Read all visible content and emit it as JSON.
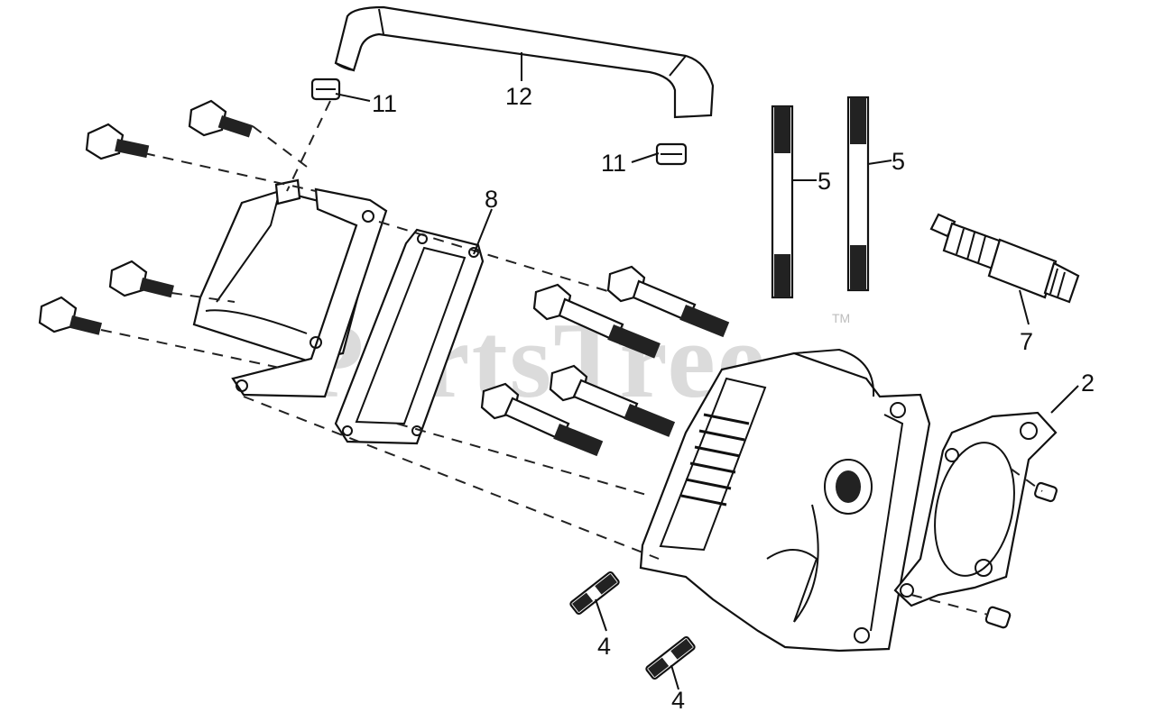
{
  "watermark": {
    "text": "PartsTree",
    "mark": "TM"
  },
  "callouts": {
    "c12": "12",
    "c11a": "11",
    "c11b": "11",
    "c8": "8",
    "c5a": "5",
    "c5b": "5",
    "c7": "7",
    "c2": "2",
    "c4a": "4",
    "c4b": "4"
  }
}
